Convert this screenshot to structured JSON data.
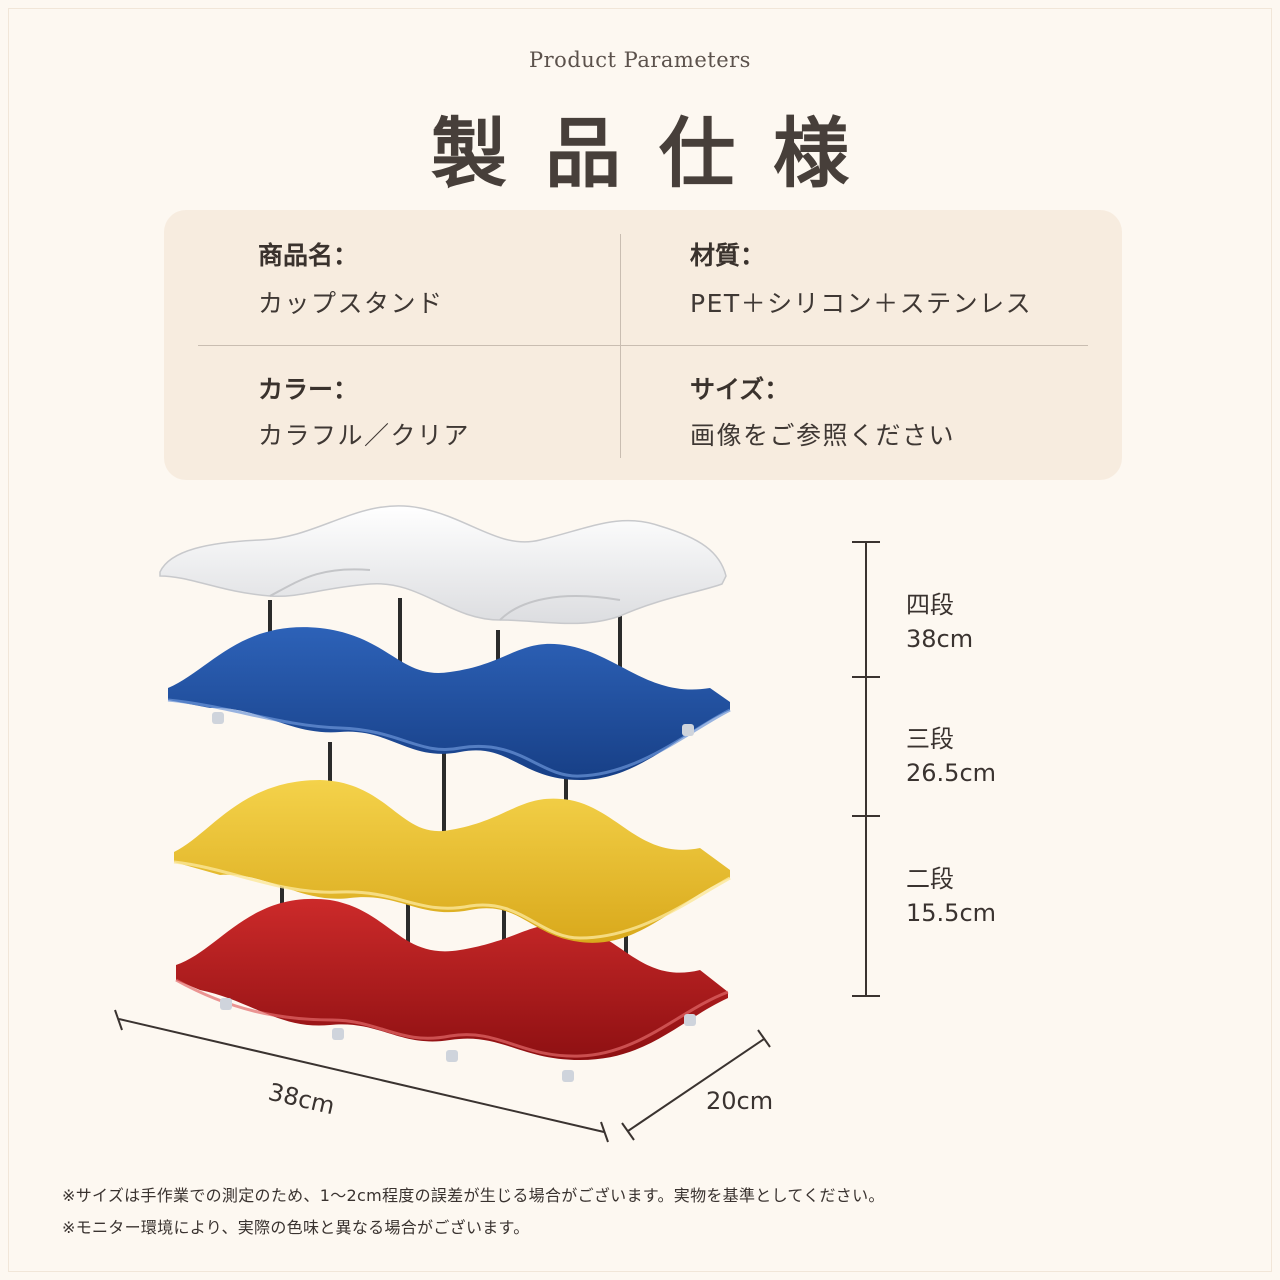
{
  "header": {
    "subtitle": "Product Parameters",
    "title": "製品仕様"
  },
  "specs": {
    "product_name_label": "商品名：",
    "product_name_value": "カップスタンド",
    "material_label": "材質：",
    "material_value": "PET＋シリコン＋ステンレス",
    "color_label": "カラー：",
    "color_value": "カラフル／クリア",
    "size_label": "サイズ：",
    "size_value": "画像をご参照ください"
  },
  "dimensions": {
    "tier4_label": "四段",
    "tier4_value": "38cm",
    "tier3_label": "三段",
    "tier3_value": "26.5cm",
    "tier2_label": "二段",
    "tier2_value": "15.5cm",
    "width": "38cm",
    "depth": "20cm"
  },
  "tier_colors": {
    "top": "#f7f7f8",
    "second": "#1e4fa0",
    "third": "#e9c02a",
    "bottom": "#b51a1c"
  },
  "notes": {
    "note1": "※サイズは手作業での測定のため、1～2cm程度の誤差が生じる場合がございます。実物を基準としてください。",
    "note2": "※モニター環境により、実際の色味と異なる場合がございます。"
  }
}
